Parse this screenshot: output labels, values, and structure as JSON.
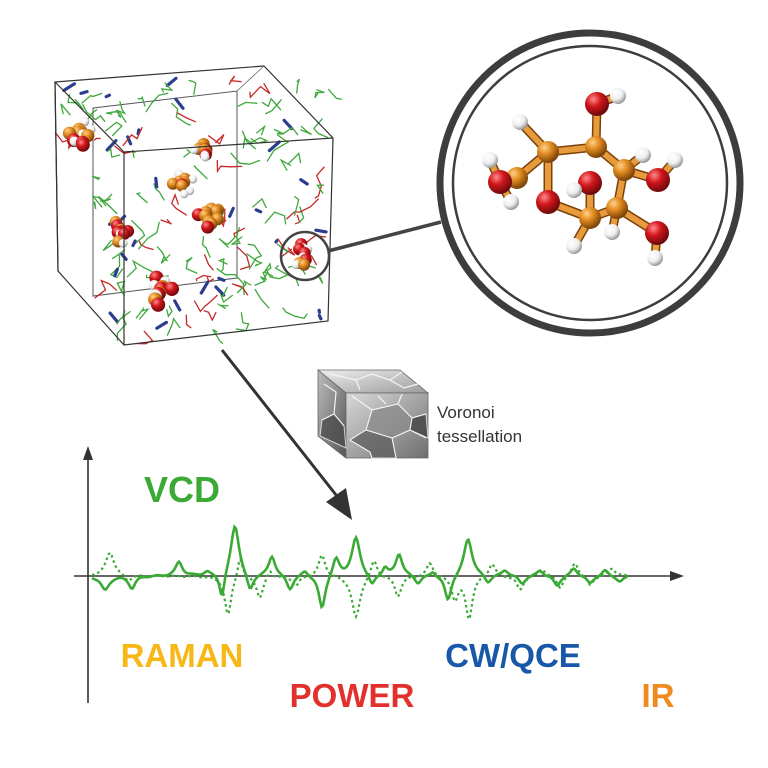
{
  "voronoi": {
    "line1": "Voronoi",
    "line2": "tessellation"
  },
  "spectra_labels": {
    "vcd": "VCD",
    "raman": "RAMAN",
    "power": "POWER",
    "cwqce": "CW/QCE",
    "ir": "IR"
  },
  "colors": {
    "vcd": "#3aaa35",
    "raman": "#f6b816",
    "power": "#e2312d",
    "cwqce": "#1957a8",
    "ir": "#ee8a1f",
    "carbon": "#e08a1e",
    "oxygen": "#d1161c",
    "hydrogen": "#ffffff",
    "solvent_green": "#3fa83c",
    "solvent_blue": "#2c3d8f",
    "solvent_red": "#c62828"
  },
  "icons": {
    "simulation_box": "md-simulation-box",
    "molecule_zoom": "magnified-glucose-molecule",
    "voronoi_cube": "voronoi-tessellation-cube"
  }
}
